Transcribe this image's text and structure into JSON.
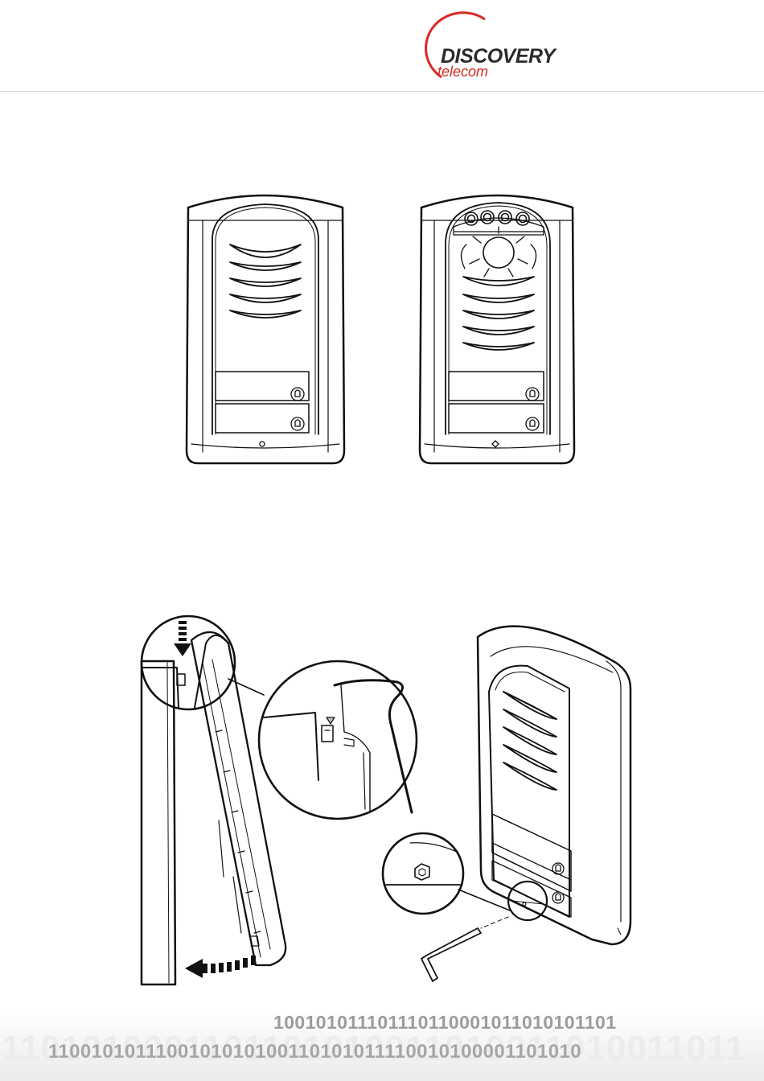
{
  "header": {
    "logo": {
      "brand": "DISCOVERY",
      "subbrand": "telecom",
      "brand_color": "#2b2b2b",
      "accent_color": "#d62a22"
    }
  },
  "figures": {
    "front_views": [
      {
        "model": "audio",
        "buttons": 2
      },
      {
        "model": "video",
        "buttons": 2,
        "leds": 4
      }
    ],
    "installation": {
      "steps": [
        "hook-top",
        "swing-bottom",
        "fix-screw"
      ]
    }
  },
  "footer": {
    "binary_line_1": "100101011101110110001011010101101",
    "binary_line_2": "1101010001101101010011010011010011011",
    "binary_line_3": "1100101011100101010100110101011110010100001101010"
  }
}
